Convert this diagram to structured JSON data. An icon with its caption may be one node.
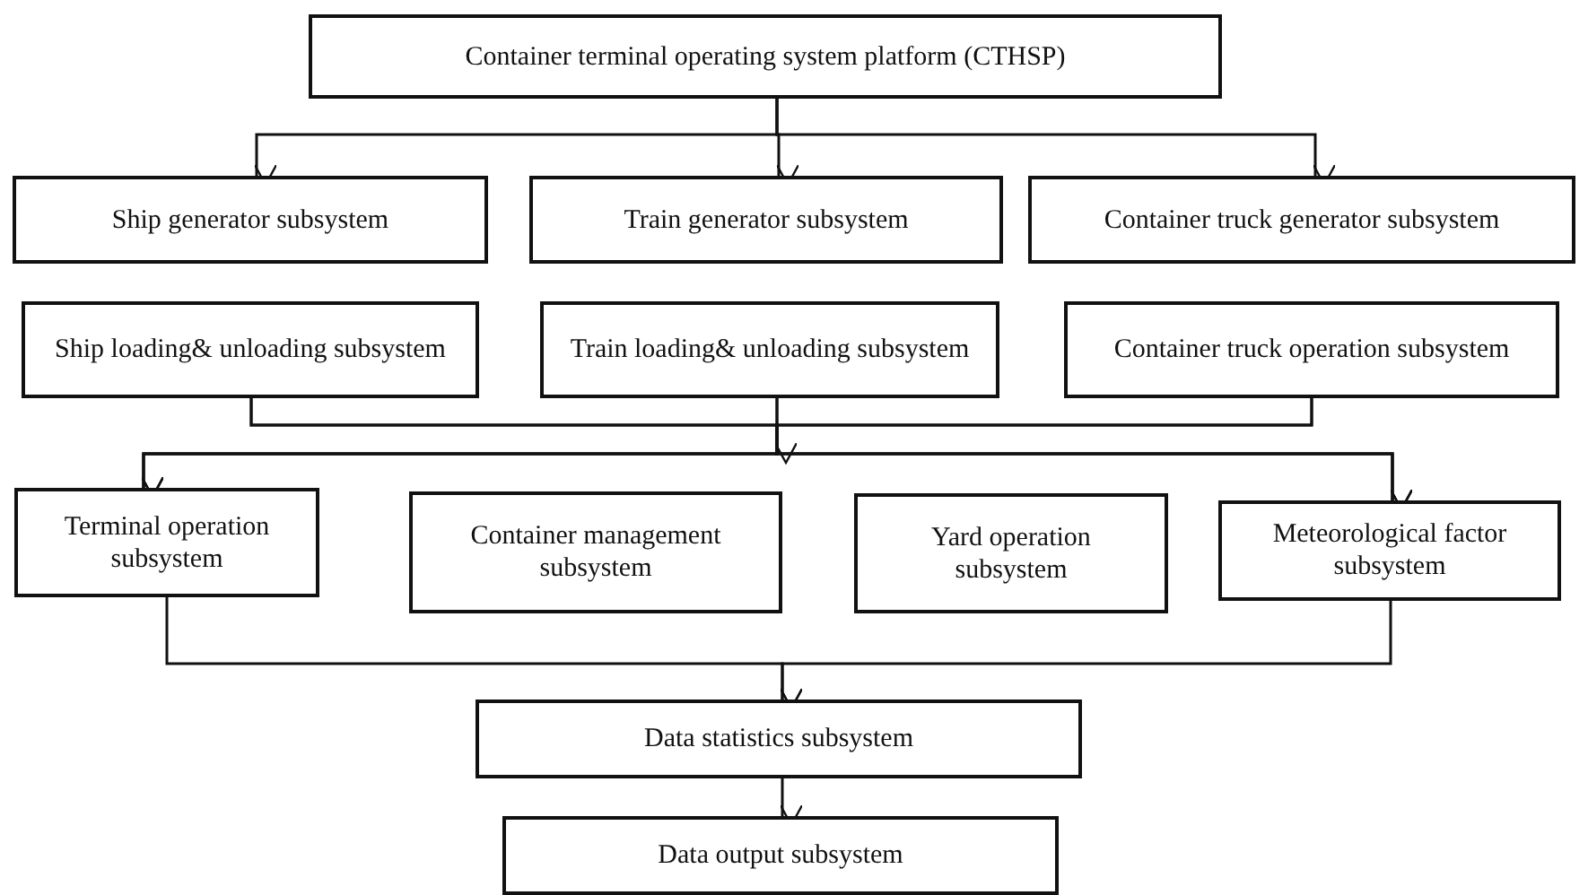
{
  "diagram": {
    "nodes": [
      {
        "text": [
          "Container terminal operating system platform (CTHSP)"
        ]
      },
      {
        "text": [
          "Ship generator subsystem"
        ]
      },
      {
        "text": [
          "Train generator subsystem"
        ]
      },
      {
        "text": [
          "Container truck generator subsystem"
        ]
      },
      {
        "text": [
          "Ship loading& unloading subsystem"
        ]
      },
      {
        "text": [
          "Train loading& unloading subsystem"
        ]
      },
      {
        "text": [
          "Container truck operation subsystem"
        ]
      },
      {
        "text": [
          "Terminal operation subsystem"
        ]
      },
      {
        "text": [
          "Container management subsystem"
        ]
      },
      {
        "text": [
          "Yard operation subsystem"
        ]
      },
      {
        "text": [
          "Meteorological factor subsystem"
        ]
      },
      {
        "text": [
          "Data statistics subsystem"
        ]
      },
      {
        "text": [
          "Data output subsystem"
        ]
      }
    ],
    "edges": [
      {
        "from": 0,
        "to": 1,
        "arrow": "to"
      },
      {
        "from": 0,
        "to": 2,
        "arrow": "to"
      },
      {
        "from": 0,
        "to": 3,
        "arrow": "to"
      },
      {
        "from": 4,
        "to": 7,
        "arrow": "to"
      },
      {
        "from": 4,
        "to": 10,
        "arrow": "to"
      },
      {
        "from": 5,
        "to": 7,
        "arrow": "to"
      },
      {
        "from": 5,
        "to": 10,
        "arrow": "to"
      },
      {
        "from": 6,
        "to": 7,
        "arrow": "to"
      },
      {
        "from": 6,
        "to": 10,
        "arrow": "to"
      },
      {
        "from": 7,
        "to": 11,
        "arrow": "to"
      },
      {
        "from": 10,
        "to": 11,
        "arrow": "to"
      },
      {
        "from": 11,
        "to": 12,
        "arrow": "to"
      }
    ]
  }
}
